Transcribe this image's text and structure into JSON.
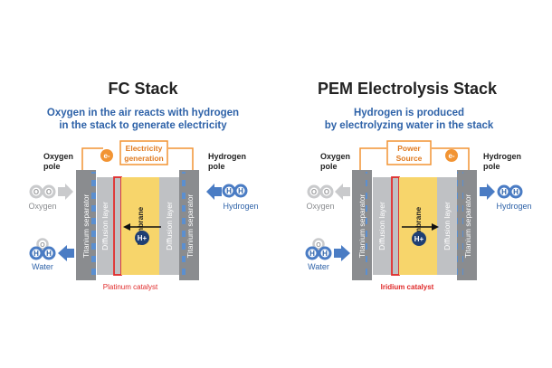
{
  "colors": {
    "separator": "#8a8c8f",
    "separator_dots": "#5b8fd0",
    "diffusion": "#bfc1c4",
    "membrane": "#f7d56b",
    "catalyst": "#e02a2a",
    "arrow_blue": "#4a7cc4",
    "orange": "#f29433",
    "grey_molecule": "#c9cacc",
    "title_blue": "#2e62a8"
  },
  "fc": {
    "title": "FC Stack",
    "subtitle_line1": "Oxygen in the air reacts with hydrogen",
    "subtitle_line2": "in the stack to generate electricity",
    "left_pole_line1": "Oxygen",
    "left_pole_line2": "pole",
    "right_pole_line1": "Hydrogen",
    "right_pole_line2": "pole",
    "box_line1": "Electricity",
    "box_line2": "generation",
    "electron": "e-",
    "oxygen_atom": "O",
    "oxygen_label": "Oxygen",
    "hydrogen_atom": "H",
    "hydrogen_label": "Hydrogen",
    "water_label": "Water",
    "separator_label": "Titanium separator",
    "diffusion_label": "Diffusion layer",
    "membrane_label": "Membrane",
    "proton": "H+",
    "catalyst": "Platinum catalyst"
  },
  "pem": {
    "title": "PEM Electrolysis Stack",
    "subtitle_line1": "Hydrogen is produced",
    "subtitle_line2": "by electrolyzing water in the stack",
    "left_pole_line1": "Oxygen",
    "left_pole_line2": "pole",
    "right_pole_line1": "Hydrogen",
    "right_pole_line2": "pole",
    "box_line1": "Power",
    "box_line2": "Source",
    "electron": "e-",
    "oxygen_atom": "O",
    "oxygen_label": "Oxygen",
    "hydrogen_atom": "H",
    "hydrogen_label": "Hydrogen",
    "water_label": "Water",
    "separator_label": "Titanium separator",
    "diffusion_label": "Diffusion layer",
    "membrane_label": "Membrane",
    "proton": "H+",
    "catalyst": "Iridium catalyst"
  }
}
